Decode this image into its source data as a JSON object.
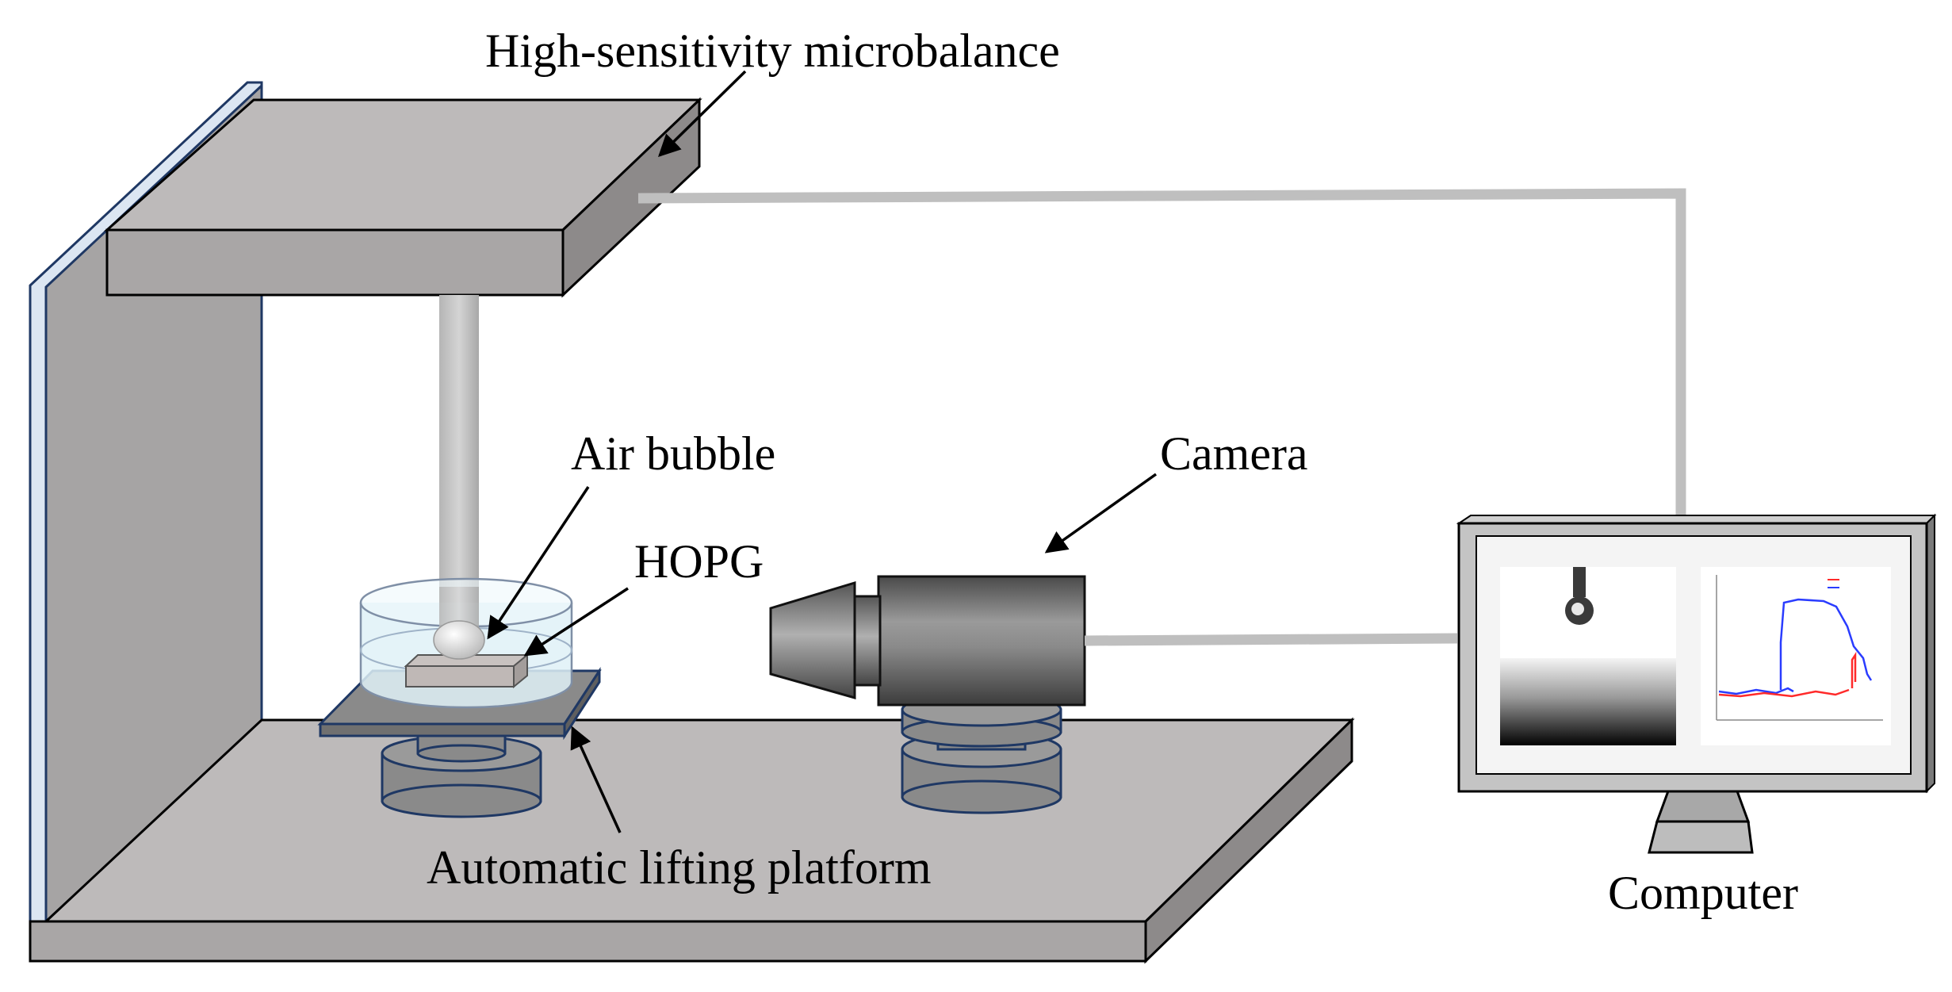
{
  "labels": {
    "microbalance": "High-sensitivity microbalance",
    "air_bubble": "Air bubble",
    "hopg": "HOPG",
    "camera": "Camera",
    "platform": "Automatic lifting platform",
    "computer": "Computer"
  },
  "colors": {
    "slab_top": "#bdbaba",
    "slab_front": "#a9a6a6",
    "slab_side": "#8d8a8a",
    "wall": "#a6a4a4",
    "wall_edge": "#dce6f2",
    "outline": "#1f3864",
    "cable": "#bfbfbf",
    "stage_base": "#8a8a8a",
    "stage_top": "#9a9a9a",
    "camera_body": "#6b6b6b",
    "beaker_liquid": "#dff1f7",
    "arrow": "#000000"
  }
}
